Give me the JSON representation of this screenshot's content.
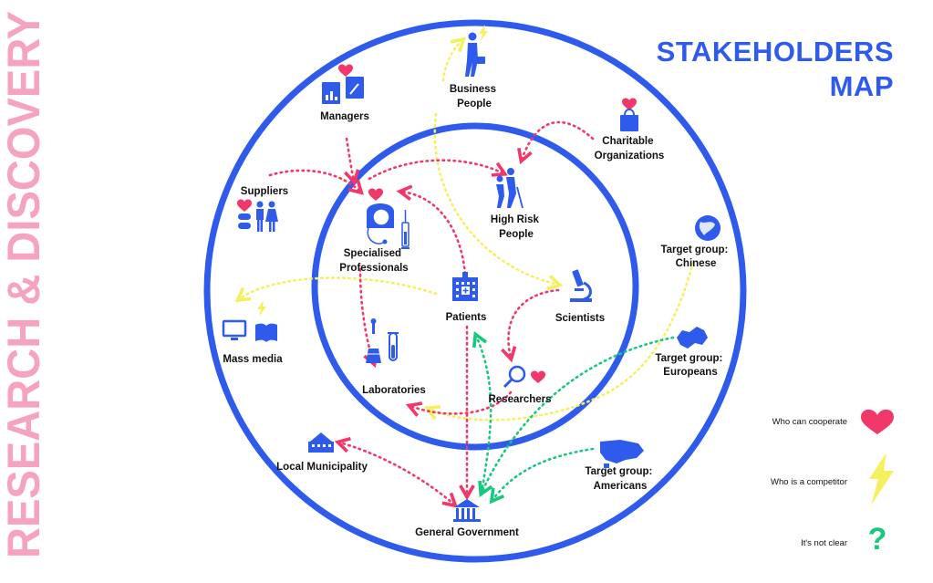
{
  "side_title": "RESEARCH & DISCOVERY",
  "title": [
    "STAKEHOLDERS",
    "MAP"
  ],
  "colors": {
    "blue": "#2f5bec",
    "pink": "#f0386b",
    "yellow": "#f5f060",
    "green": "#19c77f",
    "side": "#f6a3bf"
  },
  "nodes": {
    "managers": "Managers",
    "business_people": [
      "Business",
      "People"
    ],
    "charitable": [
      "Charitable",
      "Organizations"
    ],
    "suppliers": "Suppliers",
    "specialised": [
      "Specialised",
      "Professionals"
    ],
    "high_risk": [
      "High Risk",
      "People"
    ],
    "target_chinese": [
      "Target group:",
      "Chinese"
    ],
    "patients": "Patients",
    "scientists": "Scientists",
    "mass_media": "Mass media",
    "target_europeans": [
      "Target group:",
      "Europeans"
    ],
    "laboratories": "Laboratories",
    "researchers": "Researchers",
    "local_municipality": "Local Municipality",
    "target_americans": [
      "Target group:",
      "Americans"
    ],
    "general_government": "General Government"
  },
  "legend": [
    {
      "label": "Who can cooperate",
      "icon": "heart-icon"
    },
    {
      "label": "Who is a competitor",
      "icon": "lightning-icon"
    },
    {
      "label": "It's not clear",
      "icon": "question-icon"
    }
  ]
}
